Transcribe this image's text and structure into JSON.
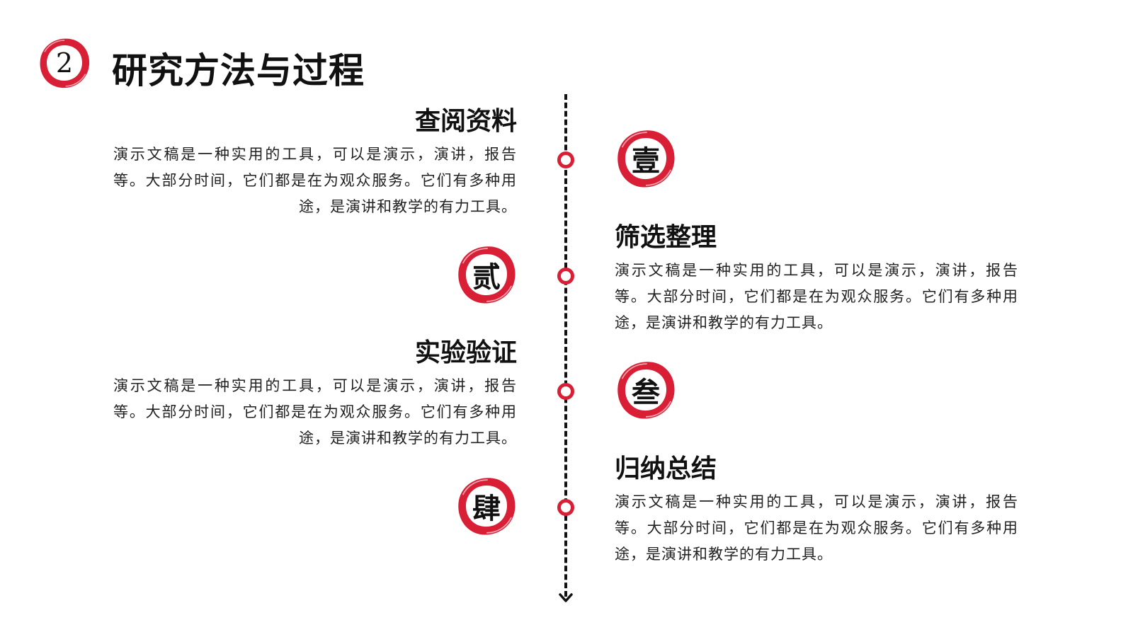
{
  "header": {
    "section_number": "2",
    "title": "研究方法与过程"
  },
  "colors": {
    "accent_red": "#d91f35",
    "text_dark": "#111111",
    "background": "#ffffff"
  },
  "steps": [
    {
      "badge": "壹",
      "title": "查阅资料",
      "description": "演示文稿是一种实用的工具，可以是演示，演讲，报告等。大部分时间，它们都是在为观众服务。它们有多种用途，是演讲和教学的有力工具。"
    },
    {
      "badge": "贰",
      "title": "筛选整理",
      "description": "演示文稿是一种实用的工具，可以是演示，演讲，报告等。大部分时间，它们都是在为观众服务。它们有多种用途，是演讲和教学的有力工具。"
    },
    {
      "badge": "叁",
      "title": "实验验证",
      "description": "演示文稿是一种实用的工具，可以是演示，演讲，报告等。大部分时间，它们都是在为观众服务。它们有多种用途，是演讲和教学的有力工具。"
    },
    {
      "badge": "肆",
      "title": "归纳总结",
      "description": "演示文稿是一种实用的工具，可以是演示，演讲，报告等。大部分时间，它们都是在为观众服务。它们有多种用途，是演讲和教学的有力工具。"
    }
  ]
}
